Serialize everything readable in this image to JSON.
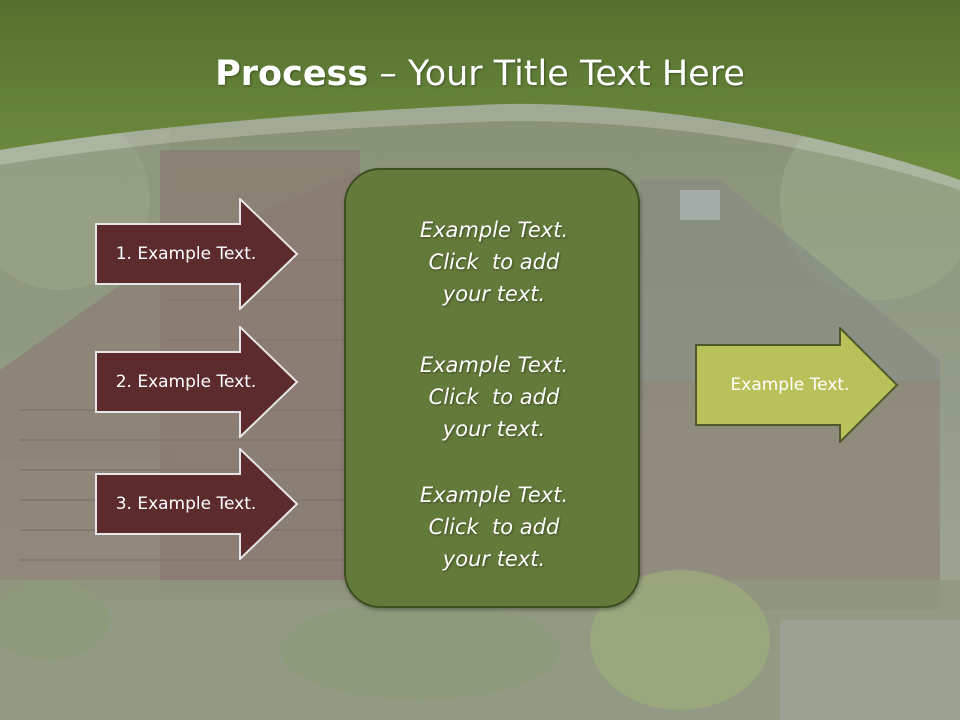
{
  "title": {
    "bold": "Process",
    "rest": " – Your Title Text Here"
  },
  "input_arrows": [
    {
      "label": "1. Example Text."
    },
    {
      "label": "2. Example Text."
    },
    {
      "label": "3. Example Text."
    }
  ],
  "center_box": {
    "items": [
      {
        "text": "Example Text. Click  to add your text."
      },
      {
        "text": "Example Text. Click  to add your text."
      },
      {
        "text": "Example Text. Click  to add your text."
      }
    ]
  },
  "output_arrow": {
    "label": "Example Text."
  },
  "colors": {
    "header": "#6a8a3c",
    "input_arrow_fill": "#5b2b2e",
    "center_box_fill": "#647a3a",
    "output_arrow_fill": "#b9c25a"
  }
}
